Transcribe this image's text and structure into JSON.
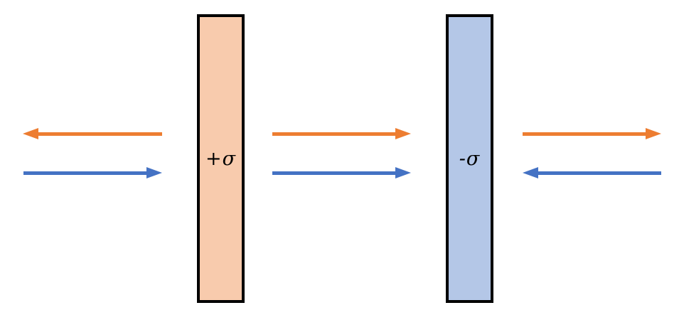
{
  "diagram": {
    "type": "physics-electric-field-two-charged-sheets",
    "background": "#FFFFFF",
    "plates": [
      {
        "name": "positive-sheet",
        "label": "+σ",
        "fill": "#F8CBAD",
        "border": "#000000"
      },
      {
        "name": "negative-sheet",
        "label": "-σ",
        "fill": "#B4C7E7",
        "border": "#000000"
      }
    ],
    "arrows": [
      {
        "name": "e-plus-arrow-left-region",
        "color": "#ED7D31",
        "direction": "left",
        "row": "top",
        "region": "left-of-positive-sheet"
      },
      {
        "name": "e-minus-arrow-left-region",
        "color": "#4472C4",
        "direction": "right",
        "row": "bottom",
        "region": "left-of-positive-sheet"
      },
      {
        "name": "e-plus-arrow-middle-region",
        "color": "#ED7D31",
        "direction": "right",
        "row": "top",
        "region": "between-sheets"
      },
      {
        "name": "e-minus-arrow-middle-region",
        "color": "#4472C4",
        "direction": "right",
        "row": "bottom",
        "region": "between-sheets"
      },
      {
        "name": "e-plus-arrow-right-region",
        "color": "#ED7D31",
        "direction": "right",
        "row": "top",
        "region": "right-of-negative-sheet"
      },
      {
        "name": "e-minus-arrow-right-region",
        "color": "#4472C4",
        "direction": "left",
        "row": "bottom",
        "region": "right-of-negative-sheet"
      }
    ],
    "colors": {
      "orange_arrow": "#ED7D31",
      "blue_arrow": "#4472C4",
      "positive_sheet_fill": "#F8CBAD",
      "negative_sheet_fill": "#B4C7E7",
      "sheet_border": "#000000",
      "background": "#FFFFFF"
    }
  }
}
